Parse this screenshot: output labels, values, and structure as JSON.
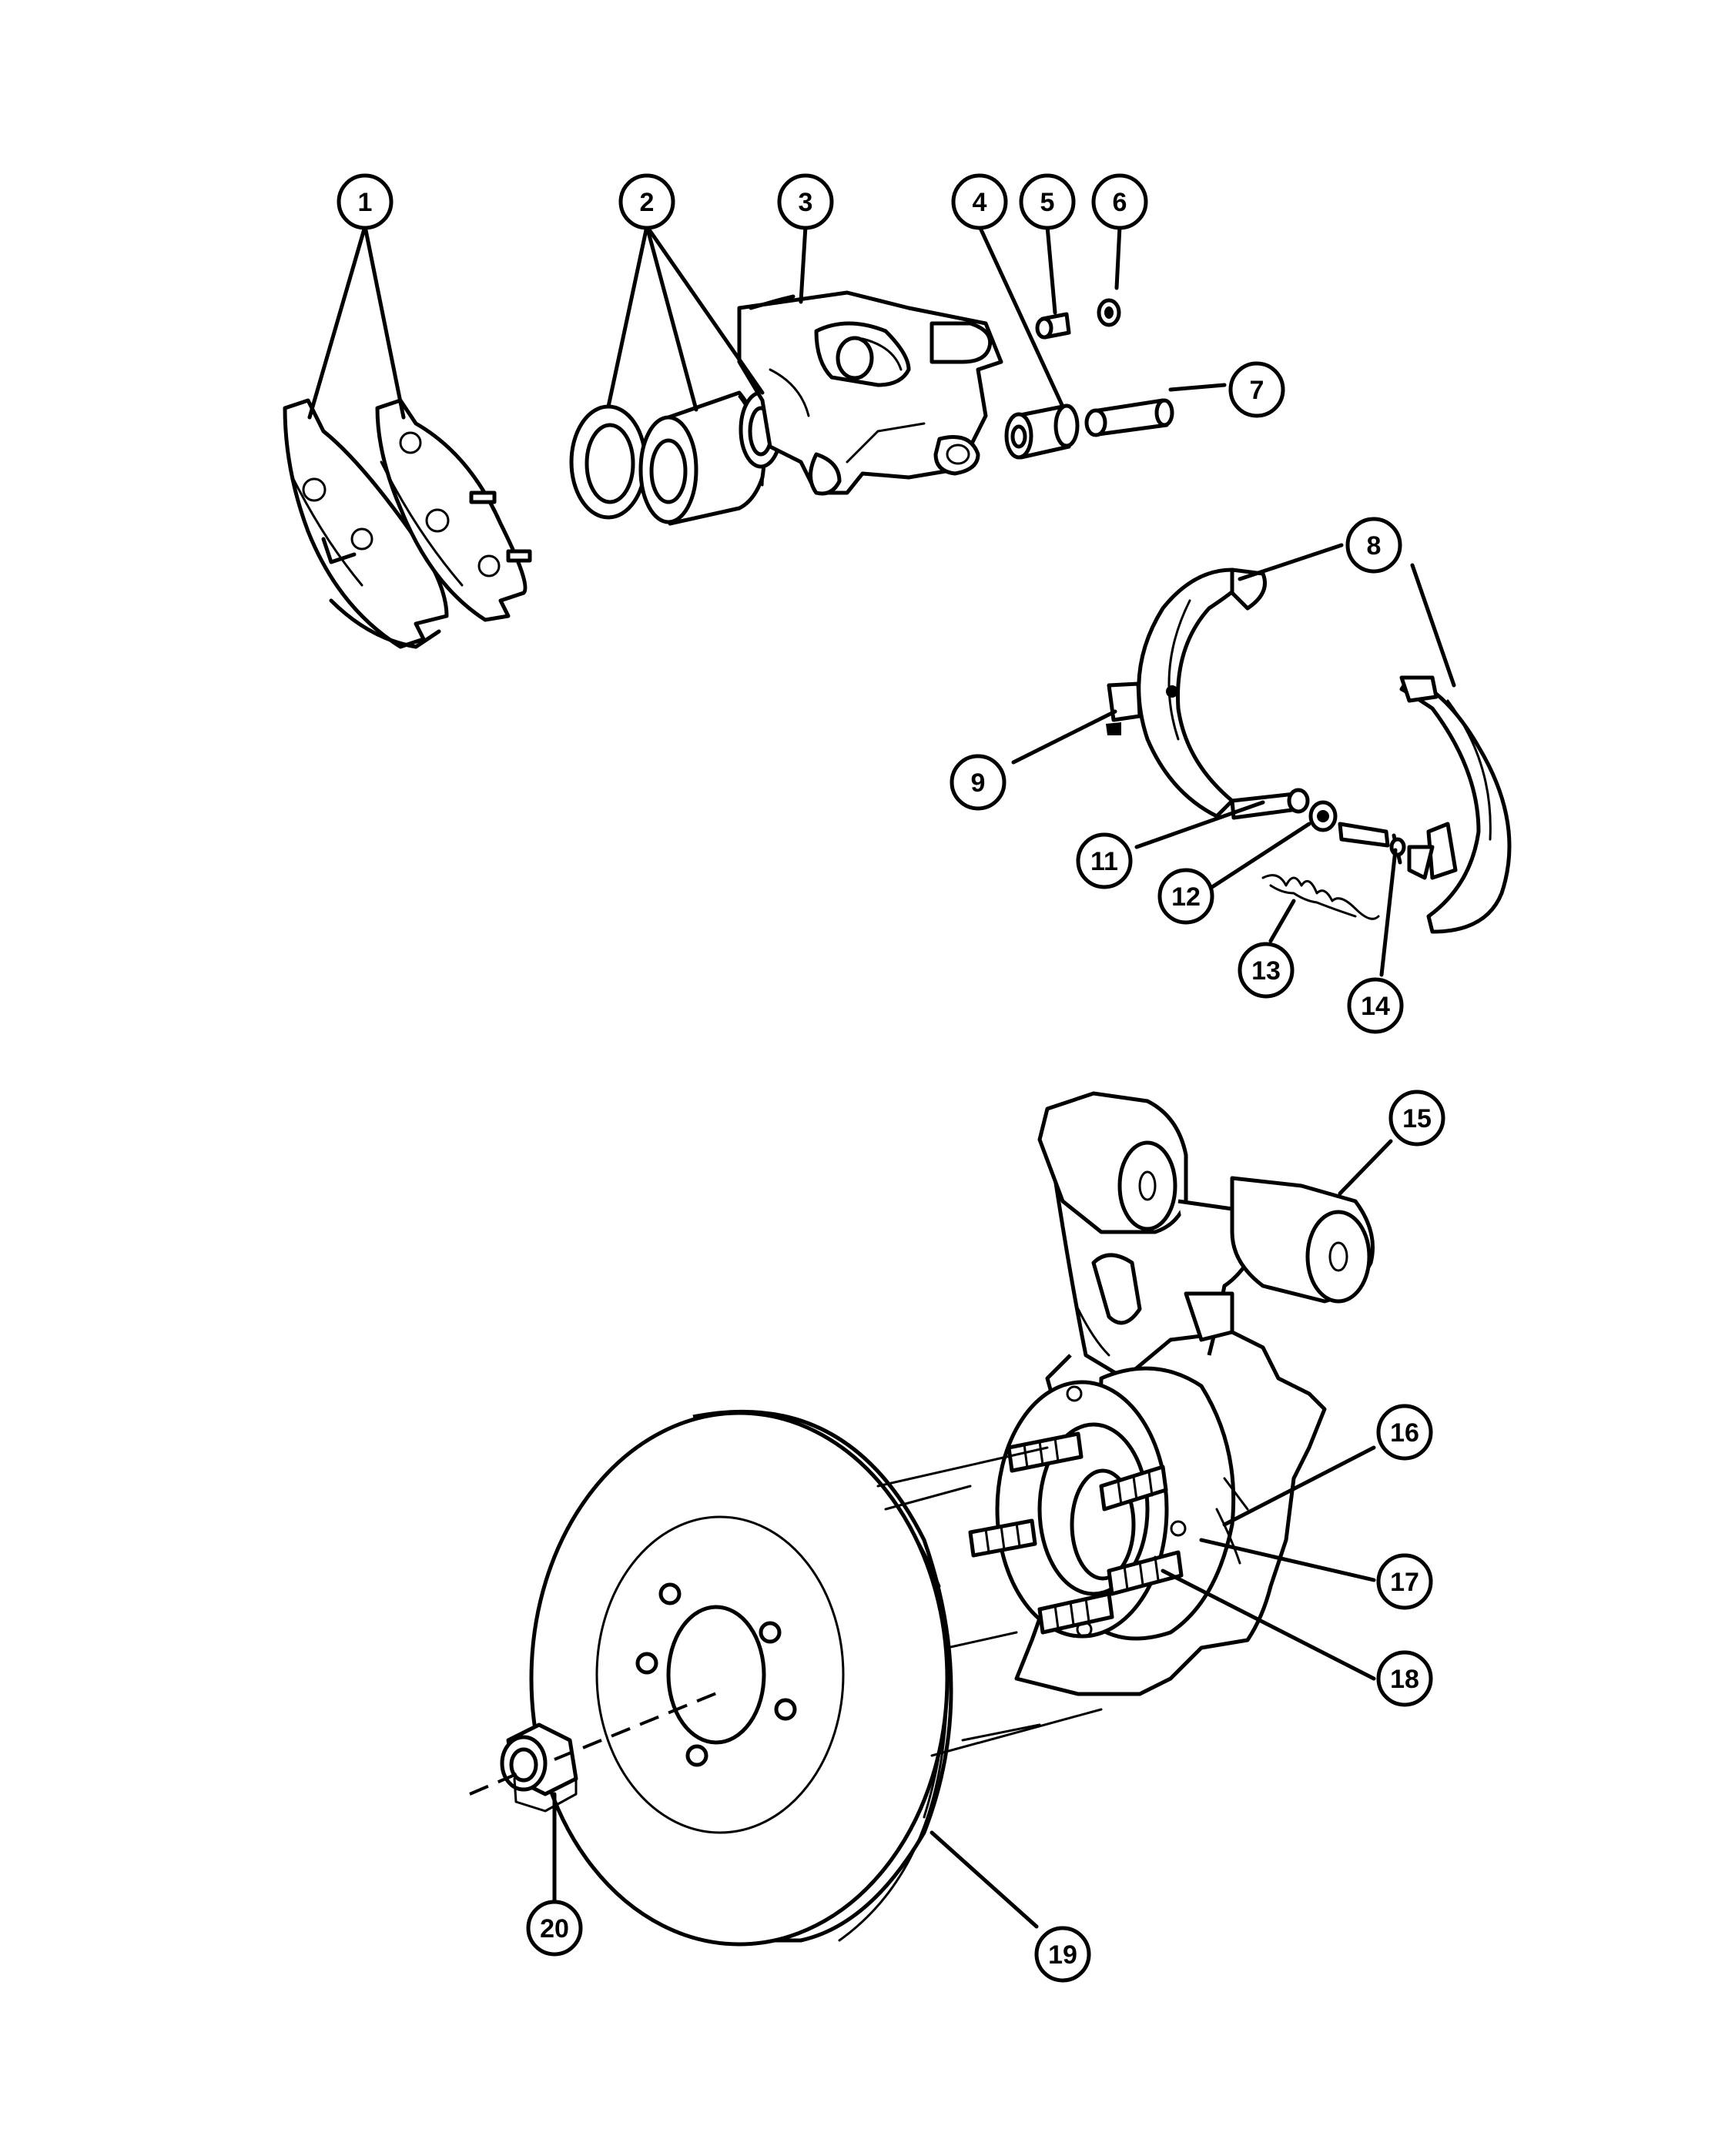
{
  "callouts": [
    {
      "id": "1",
      "label": "1"
    },
    {
      "id": "2",
      "label": "2"
    },
    {
      "id": "3",
      "label": "3"
    },
    {
      "id": "4",
      "label": "4"
    },
    {
      "id": "5",
      "label": "5"
    },
    {
      "id": "6",
      "label": "6"
    },
    {
      "id": "7",
      "label": "7"
    },
    {
      "id": "8",
      "label": "8"
    },
    {
      "id": "9",
      "label": "9"
    },
    {
      "id": "11",
      "label": "11"
    },
    {
      "id": "12",
      "label": "12"
    },
    {
      "id": "13",
      "label": "13"
    },
    {
      "id": "14",
      "label": "14"
    },
    {
      "id": "15",
      "label": "15"
    },
    {
      "id": "16",
      "label": "16"
    },
    {
      "id": "17",
      "label": "17"
    },
    {
      "id": "18",
      "label": "18"
    },
    {
      "id": "19",
      "label": "19"
    },
    {
      "id": "20",
      "label": "20"
    }
  ]
}
